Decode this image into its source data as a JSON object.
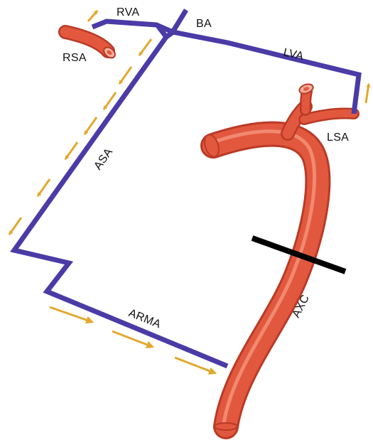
{
  "labels": {
    "rva": "RVA",
    "ba": "BA",
    "rsa": "RSA",
    "lva": "LVA",
    "lsa": "LSA",
    "asa": "ASA",
    "arma": "ARMA",
    "axc": "AXC"
  },
  "colors": {
    "artery": "#e2583e",
    "artery_dark": "#b93a26",
    "artery_light": "#f59a80",
    "collateral": "#4a3ba6",
    "flow_arrow": "#e3a82c",
    "clamp": "#000000"
  },
  "icons": {
    "flow": "arrow-icon",
    "clamp": "clamp-bar"
  }
}
